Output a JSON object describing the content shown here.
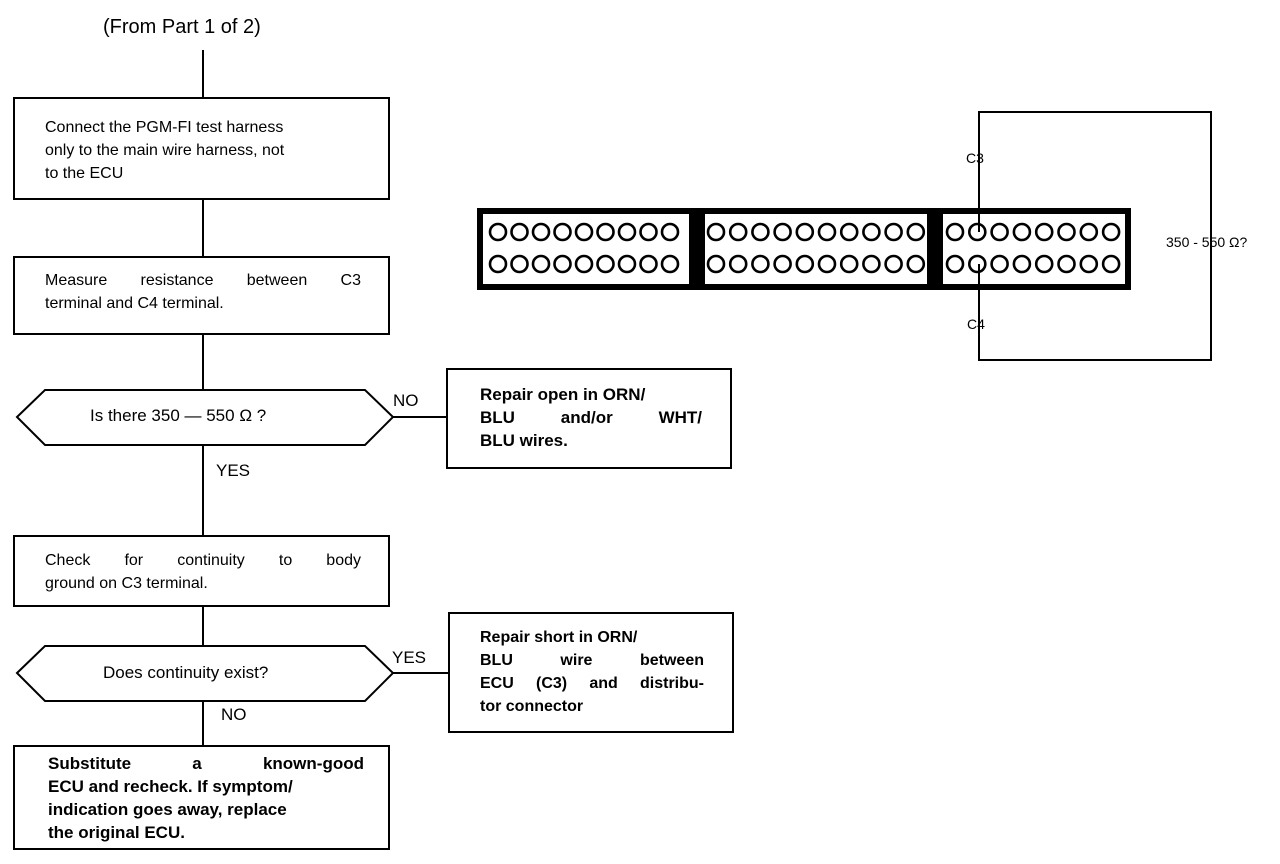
{
  "flow": {
    "from_label": "(From Part 1 of 2)",
    "step1": [
      "Connect the PGM-FI test harness",
      "only to the main wire harness, not",
      "to the ECU"
    ],
    "step2": [
      "Measure resistance between C3",
      "terminal and C4 terminal."
    ],
    "decision1": "Is there 350 — 550 Ω ?",
    "decision1_no": "NO",
    "decision1_yes": "YES",
    "repair1": [
      "Repair open in ORN/",
      "BLU and/or WHT/",
      "BLU wires."
    ],
    "step3": [
      "Check for continuity to body",
      "ground on C3 terminal."
    ],
    "decision2": "Does continuity exist?",
    "decision2_yes": "YES",
    "decision2_no": "NO",
    "repair2": [
      "Repair short in ORN/",
      "BLU wire between",
      "ECU (C3) and distribu-",
      "tor connector"
    ],
    "final": [
      "Substitute a known-good",
      "ECU and recheck. If symptom/",
      "indication goes away, replace",
      "the original ECU."
    ]
  },
  "connector": {
    "c3_label": "C3",
    "c4_label": "C4",
    "meter_label": "350 - 550 Ω?",
    "section1_pins_per_row": 9,
    "section2_pins_per_row": 10,
    "section3_pins_per_row": 8
  }
}
